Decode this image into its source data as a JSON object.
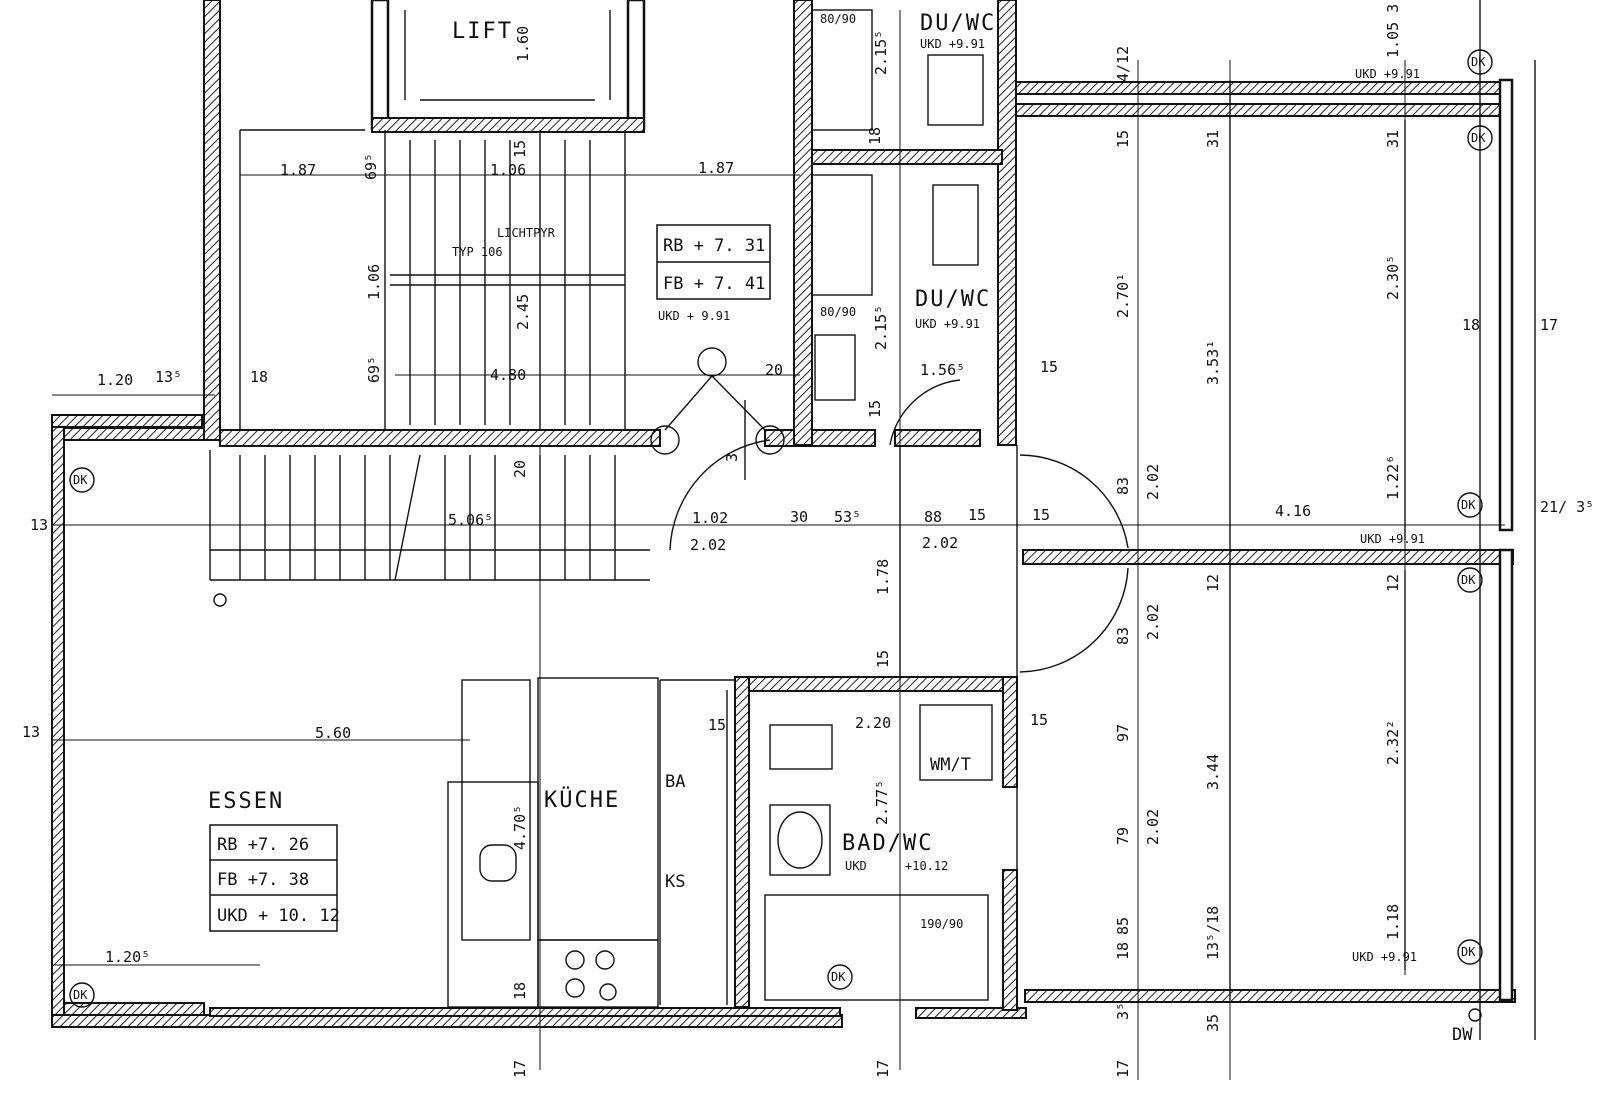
{
  "rooms": {
    "lift": "LIFT",
    "duwc_top": "DU/WC",
    "duwc_top_ukd": "UKD +9.91",
    "duwc_mid": "DU/WC",
    "duwc_mid_ukd": "UKD +9.91",
    "essen": "ESSEN",
    "kueche": "KÜCHE",
    "badwc": "BAD/WC",
    "badwc_ukd": "UKD",
    "badwc_ukd_val": "+10.12",
    "wmt": "WM/T",
    "lichtpyr": "LICHTPYR",
    "typ": "TYP 106",
    "ba": "BA",
    "ks": "KS",
    "dw": "DW",
    "shower_top": "80/90",
    "shower_mid": "80/90",
    "bathtub": "190/90"
  },
  "level_boxes": {
    "stair_rb": "RB + 7. 31",
    "stair_fb": "FB + 7. 41",
    "stair_ukd": "UKD + 9.91",
    "essen_rb": "RB +7. 26",
    "essen_fb": "FB +7. 38",
    "essen_ukd": "UKD + 10. 12"
  },
  "markers": {
    "dk": "DK",
    "ukd_991": "UKD +9.91"
  },
  "dimensions": {
    "d_187a": "1.87",
    "d_695a": "69⁵",
    "d_106a": "1.06",
    "d_15a": "15",
    "d_187b": "1.87",
    "d_160": "1.60",
    "d_106b": "1.06",
    "d_245": "2.45",
    "d_695b": "69⁵",
    "d_480": "4.80",
    "d_120": "1.20",
    "d_135": "13⁵",
    "d_18a": "18",
    "d_20a": "20",
    "d_2155a": "2.15⁵",
    "d_18b": "18",
    "d_2155b": "2.15⁵",
    "d_1565": "1.56⁵",
    "d_15b": "15",
    "d_15c": "15",
    "d_3": "3",
    "d_20b": "20",
    "d_5065": "5.06⁵",
    "d_102": "1.02",
    "d_202a": "2.02",
    "d_30": "30",
    "d_535": "53⁵",
    "d_88": "88",
    "d_15d": "15",
    "d_15e": "15",
    "d_202b": "2.02",
    "d_178": "1.78",
    "d_15f": "15",
    "d_13a": "13",
    "d_13b": "13",
    "d_560": "5.60",
    "d_4705": "4.70⁵",
    "d_15g": "15",
    "d_220": "2.20",
    "d_15h": "15",
    "d_2775": "2.77⁵",
    "d_1205": "1.20⁵",
    "d_18c": "18",
    "d_17a": "17",
    "d_17b": "17",
    "d_17c": "17",
    "d_35a": "3⁵",
    "d_35b": "35",
    "d_412": "4/12",
    "d_15i": "15",
    "d_2701": "2.70¹",
    "d_83a": "83",
    "d_202c": "2.02",
    "d_12a": "12",
    "d_202d": "2.02",
    "d_83b": "83",
    "d_97": "97",
    "d_202e": "2.02",
    "d_79": "79",
    "d_85": "85",
    "d_18d": "18",
    "d_1053": "1.05 3",
    "d_31a": "31",
    "d_31b": "31",
    "d_3531": "3.53¹",
    "d_2305": "2.30⁵",
    "d_1226": "1.22⁶",
    "d_416": "4.16",
    "d_12b": "12",
    "d_344": "3.44",
    "d_2322": "2.32²",
    "d_118": "1.18",
    "d_1355": "13⁵/18",
    "d_18e": "18",
    "d_17d": "17",
    "d_21": "21/ 3⁵"
  }
}
